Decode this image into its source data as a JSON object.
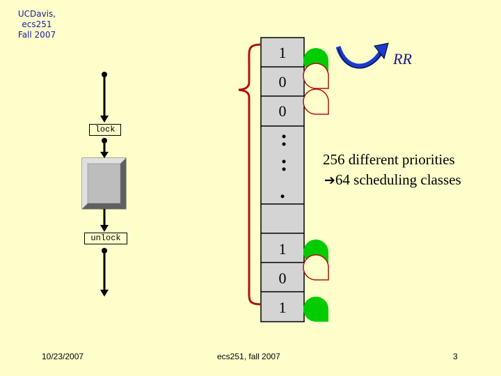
{
  "header": {
    "line1": "UCDavis, ecs251",
    "line2": "Fall 2007"
  },
  "thread": {
    "lock_label": "lock",
    "unlock_label": "unlock"
  },
  "priority_array": {
    "top_cells": [
      "1",
      "0",
      "0"
    ],
    "bottom_cells": [
      "1",
      "0",
      "1"
    ],
    "cell_states": {
      "1": "occupied",
      "0": "empty"
    },
    "policy_label": "RR"
  },
  "info": {
    "line1": "256 different priorities",
    "line2": "64 scheduling classes"
  },
  "footer": {
    "date": "10/23/2007",
    "course": "ecs251, fall 2007",
    "page": "3"
  },
  "colors": {
    "background": "#ffffcc",
    "occupied": "#00cc00",
    "empty_outline": "#b01010",
    "brace": "#b01010",
    "cell_fill": "#d4d4d4",
    "rr_arrow": "#1a3ad0"
  }
}
